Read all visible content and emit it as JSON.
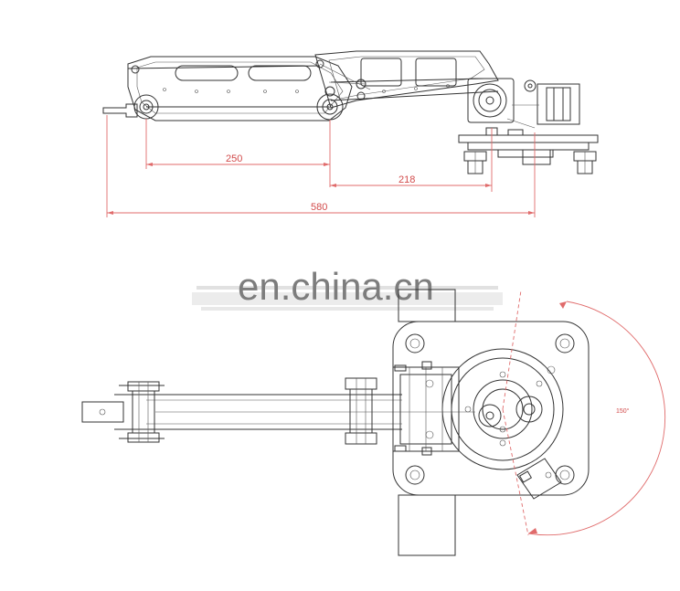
{
  "dimensions": {
    "shoulder_to_elbow": "250",
    "elbow_to_base": "218",
    "overall_reach": "580",
    "base_rotation": "150°"
  },
  "watermark": "en.china.cn",
  "colors": {
    "line": "#333333",
    "dimension": "#e06b6b",
    "watermark": "#7d7d7d"
  }
}
